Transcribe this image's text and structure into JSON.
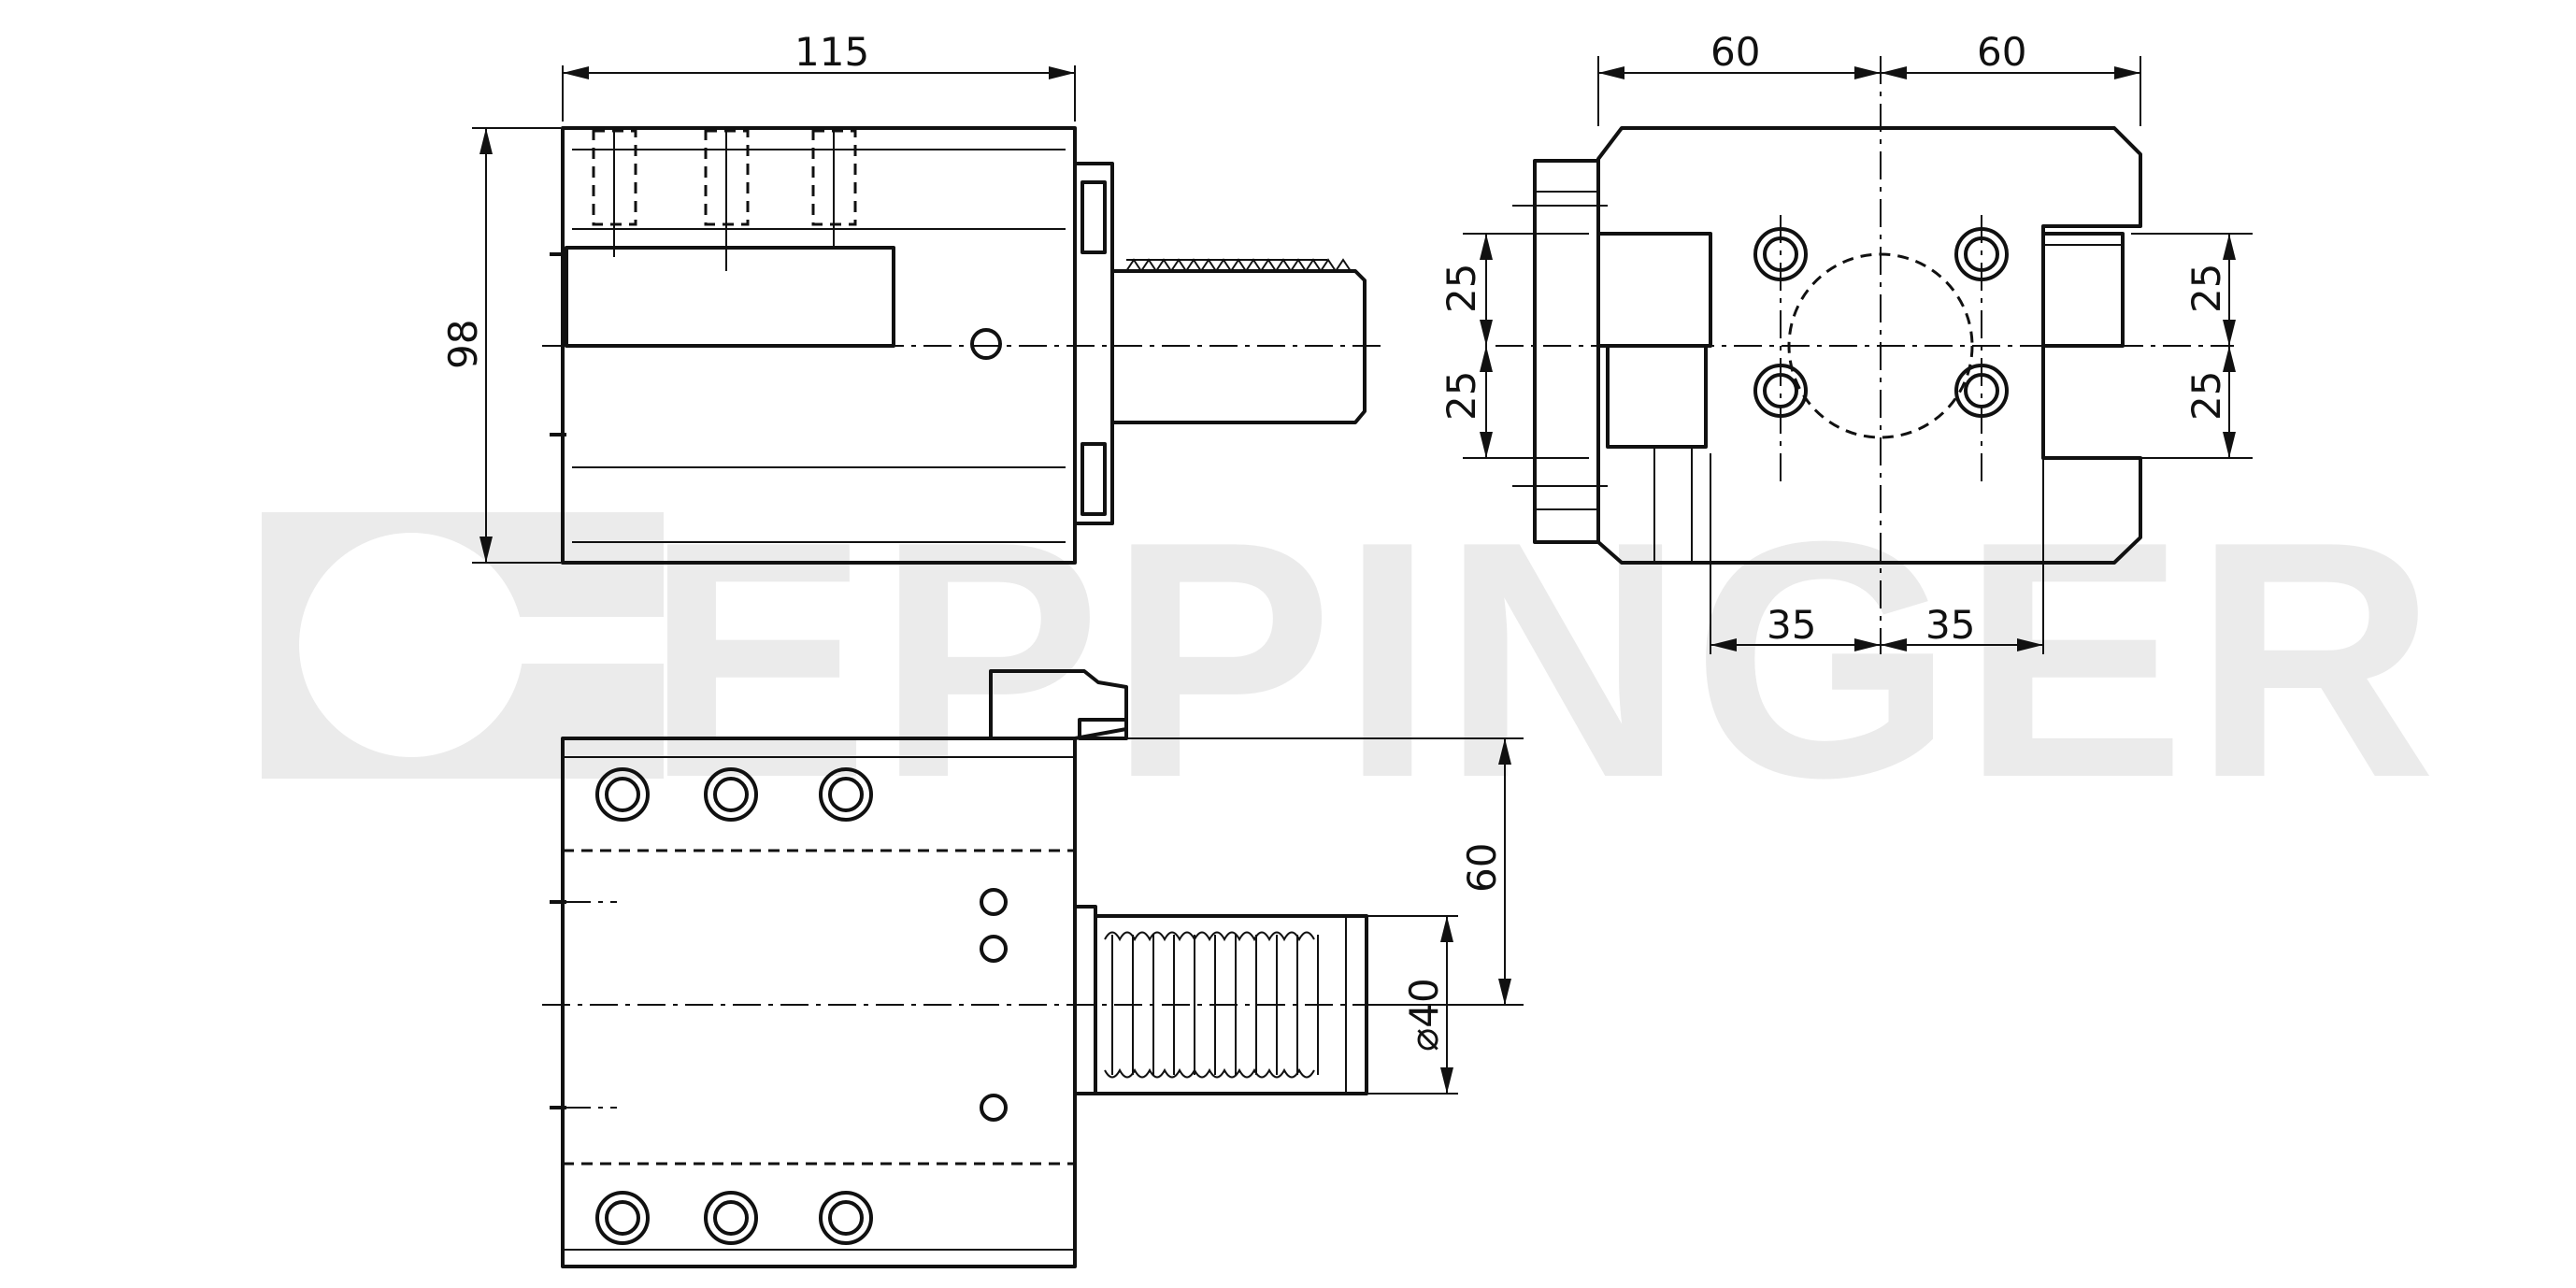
{
  "watermark": {
    "brand_text": "EPPINGER"
  },
  "dimensions": {
    "overall_length": "115",
    "overall_height": "98",
    "half_width_left": "60",
    "half_width_right": "60",
    "pitch_left_upper": "25",
    "pitch_left_lower": "25",
    "pitch_right_upper": "25",
    "pitch_right_lower": "25",
    "offset_left": "35",
    "offset_right": "35",
    "shank_height": "60",
    "shank_diameter": "⌀40"
  }
}
